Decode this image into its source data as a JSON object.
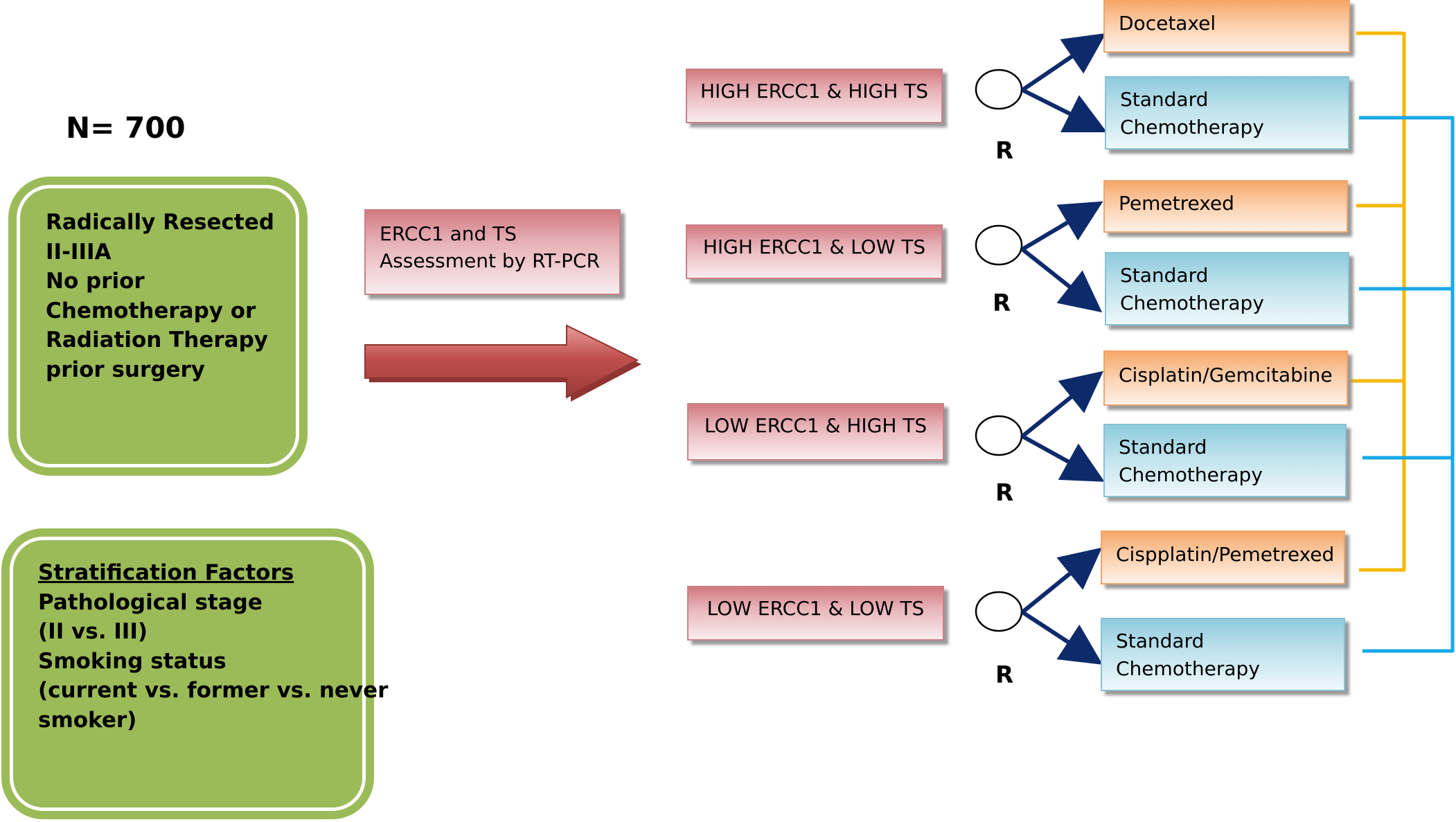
{
  "sample_size": "N= 700",
  "eligibility": {
    "lines": [
      "Radically Resected",
      "II-IIIA",
      "No prior",
      "Chemotherapy or",
      "Radiation Therapy",
      "prior surgery"
    ]
  },
  "stratification": {
    "heading": "Stratification Factors",
    "lines": [
      "Pathological stage",
      "(II vs. III)",
      "Smoking status",
      "(current vs. former vs. never",
      "smoker)"
    ]
  },
  "assessment": {
    "line1": "ERCC1 and TS",
    "line2": "Assessment by RT-PCR"
  },
  "groups": [
    {
      "label": "HIGH ERCC1 & HIGH TS",
      "r": "R",
      "experimental": "Docetaxel",
      "control": [
        "Standard",
        "Chemotherapy"
      ]
    },
    {
      "label": "HIGH ERCC1 & LOW TS",
      "r": "R",
      "experimental": "Pemetrexed",
      "control": [
        "Standard",
        "Chemotherapy"
      ]
    },
    {
      "label": "LOW ERCC1 & HIGH TS",
      "r": "R",
      "experimental": "Cisplatin/Gemcitabine",
      "control": [
        "Standard",
        "Chemotherapy"
      ]
    },
    {
      "label": "LOW ERCC1 & LOW TS",
      "r": "R",
      "experimental": "Cispplatin/Pemetrexed",
      "control": [
        "Standard",
        "Chemotherapy"
      ]
    }
  ],
  "colors": {
    "green": "#9bbb59",
    "pink": "#d27a81",
    "orange": "#f6a869",
    "blue": "#8ecbdd",
    "arrow_navy": "#0d2a6b",
    "bracket_gold": "#f5b800",
    "bracket_cyan": "#19a8e6",
    "big_arrow": "#c0504d"
  }
}
